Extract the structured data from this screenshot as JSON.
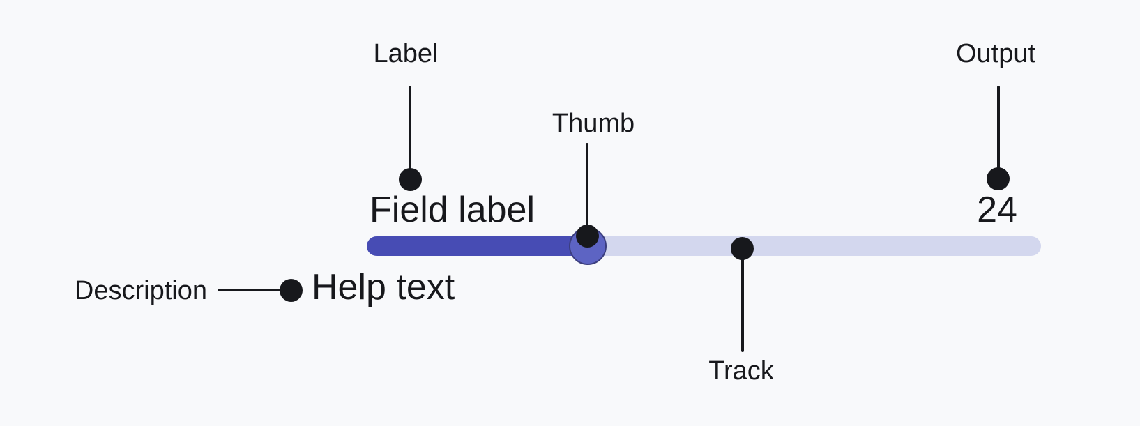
{
  "slider": {
    "label": "Field label",
    "help_text": "Help text",
    "value": "24",
    "fill_percent": 32.8
  },
  "annotations": {
    "label": {
      "text": "Label"
    },
    "thumb": {
      "text": "Thumb"
    },
    "output": {
      "text": "Output"
    },
    "track": {
      "text": "Track"
    },
    "description": {
      "text": "Description"
    }
  },
  "colors": {
    "background": "#F8F9FB",
    "ink": "#17181C",
    "track": "#D3D7EE",
    "track_fill": "#474CB4",
    "thumb_fill": "#5D64C3",
    "thumb_border": "#3B3E7E"
  }
}
